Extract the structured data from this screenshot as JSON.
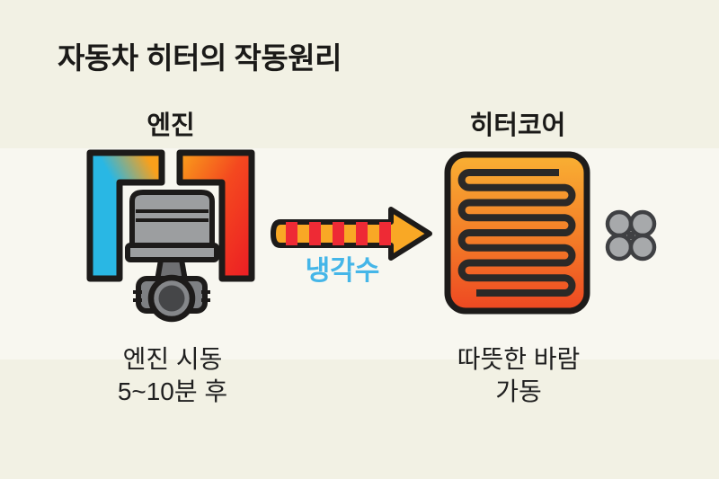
{
  "title": "자동차 히터의 작동원리",
  "engine": {
    "label": "엔진",
    "caption_line1": "엔진 시동",
    "caption_line2": "5~10분 후"
  },
  "coolant": {
    "label": "냉각수"
  },
  "heater": {
    "label": "히터코어",
    "caption_line1": "따뜻한 바람",
    "caption_line2": "가동"
  },
  "icons": {
    "engine": "engine-piston-icon (piston inside cyan-to-red L brackets)",
    "flow": "coolant-arrow-icon (striped red/yellow arrow pointing right)",
    "heater": "heater-core-coil-icon (orange panel with serpentine coil)",
    "fan": "fan-icon (gray 4-blade blower)"
  },
  "colors": {
    "bg": "#f2f1e4",
    "ink": "#1b1a18",
    "outline": "#1d1b1a",
    "cyan": "#29b7e4",
    "coolant-text": "#45b6e8",
    "orange": "#f9a01b",
    "red-orange": "#f4481f",
    "red": "#ec1c24",
    "arrow-yellow": "#f9a825",
    "arrow-red": "#ee2a35",
    "heater-top": "#f9b033",
    "heater-mid": "#f37b27",
    "heater-bottom": "#ee4722",
    "coil": "#2b2927",
    "piston-light": "#9c9ea0",
    "piston-dark": "#6f7073",
    "housing": "#7e8083",
    "crank-ring": "#85878a",
    "crank-center": "#454648",
    "fan-gray": "#a7a9ab",
    "fan-dark": "#3f4043"
  }
}
